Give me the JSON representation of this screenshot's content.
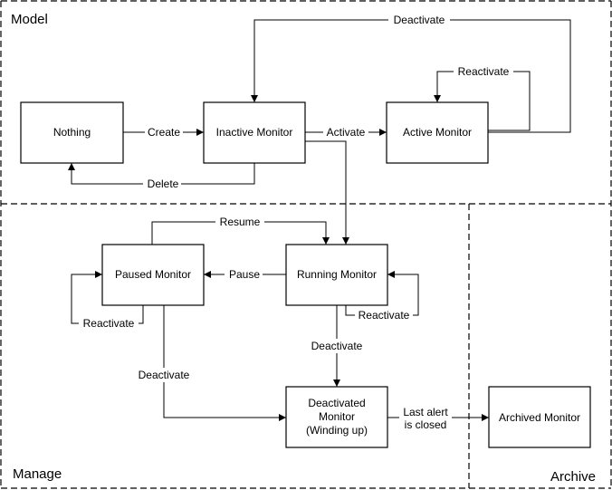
{
  "zones": {
    "model": "Model",
    "manage": "Manage",
    "archive": "Archive"
  },
  "nodes": {
    "nothing": "Nothing",
    "inactive": "Inactive Monitor",
    "active": "Active Monitor",
    "paused": "Paused Monitor",
    "running": "Running Monitor",
    "deactivated": [
      "Deactivated",
      "Monitor",
      "(Winding up)"
    ],
    "archived": "Archived Monitor"
  },
  "edges": {
    "create": "Create",
    "activate": "Activate",
    "delete": "Delete",
    "deactivate_top": "Deactivate",
    "reactivate_active": "Reactivate",
    "resume": "Resume",
    "pause": "Pause",
    "reactivate_paused": "Reactivate",
    "reactivate_running": "Reactivate",
    "deactivate_running": "Deactivate",
    "deactivate_paused": "Deactivate",
    "last_alert": [
      "Last alert",
      "is closed"
    ]
  }
}
